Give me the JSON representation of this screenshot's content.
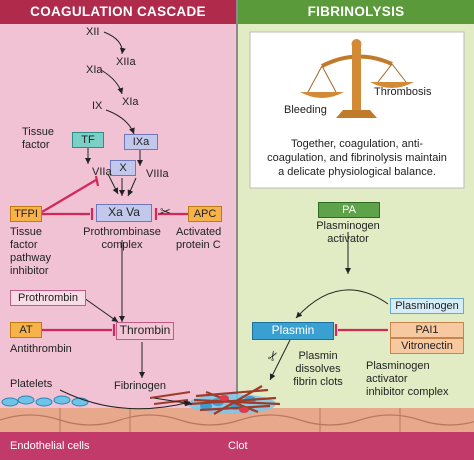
{
  "headers": {
    "coagulation": "COAGULATION CASCADE",
    "fibrinolysis": "FIBRINOLYSIS"
  },
  "colors": {
    "coag_header": "#b02a4c",
    "fib_header": "#5a9a3a",
    "coag_panel": "#f0c2d4",
    "fib_panel": "#e2ecc4",
    "inhibit_line": "#d2285a",
    "arrow": "#222222"
  },
  "cascade": {
    "xii": "XII",
    "xia_left": "XIa",
    "xiia": "XIIa",
    "ix": "IX",
    "xia_right": "XIa",
    "tissue_factor_label_1": "Tissue",
    "tissue_factor_label_2": "factor",
    "tf": "TF",
    "ixa": "IXa",
    "x": "X",
    "viia": "VIIa",
    "viiia": "VIIIa",
    "tfpi": "TFPI",
    "xa_va": "Xa Va",
    "apc": "APC",
    "tfpi_name_1": "Tissue",
    "tfpi_name_2": "factor",
    "tfpi_name_3": "pathway",
    "tfpi_name_4": "inhibitor",
    "prothrombinase_1": "Prothrombinase",
    "prothrombinase_2": "complex",
    "apc_name_1": "Activated",
    "apc_name_2": "protein C",
    "prothrombin": "Prothrombin",
    "at": "AT",
    "thrombin": "Thrombin",
    "antithrombin": "Antithrombin",
    "platelets": "Platelets",
    "fibrinogen": "Fibrinogen",
    "endothelial": "Endothelial cells",
    "clot": "Clot"
  },
  "fibrinolysis": {
    "scale_bleeding": "Bleeding",
    "scale_thrombosis": "Thrombosis",
    "balance_text_1": "Together, coagulation, anti-",
    "balance_text_2": "coagulation, and fibrinolysis maintain",
    "balance_text_3": "a delicate physiological balance.",
    "pa": "PA",
    "pa_name_1": "Plasminogen",
    "pa_name_2": "activator",
    "plasminogen": "Plasminogen",
    "plasmin": "Plasmin",
    "pai1": "PAI1",
    "vitronectin": "Vitronectin",
    "plasmin_desc_1": "Plasmin",
    "plasmin_desc_2": "dissolves",
    "plasmin_desc_3": "fibrin clots",
    "pai_desc_1": "Plasminogen",
    "pai_desc_2": "activator",
    "pai_desc_3": "inhibitor complex"
  }
}
